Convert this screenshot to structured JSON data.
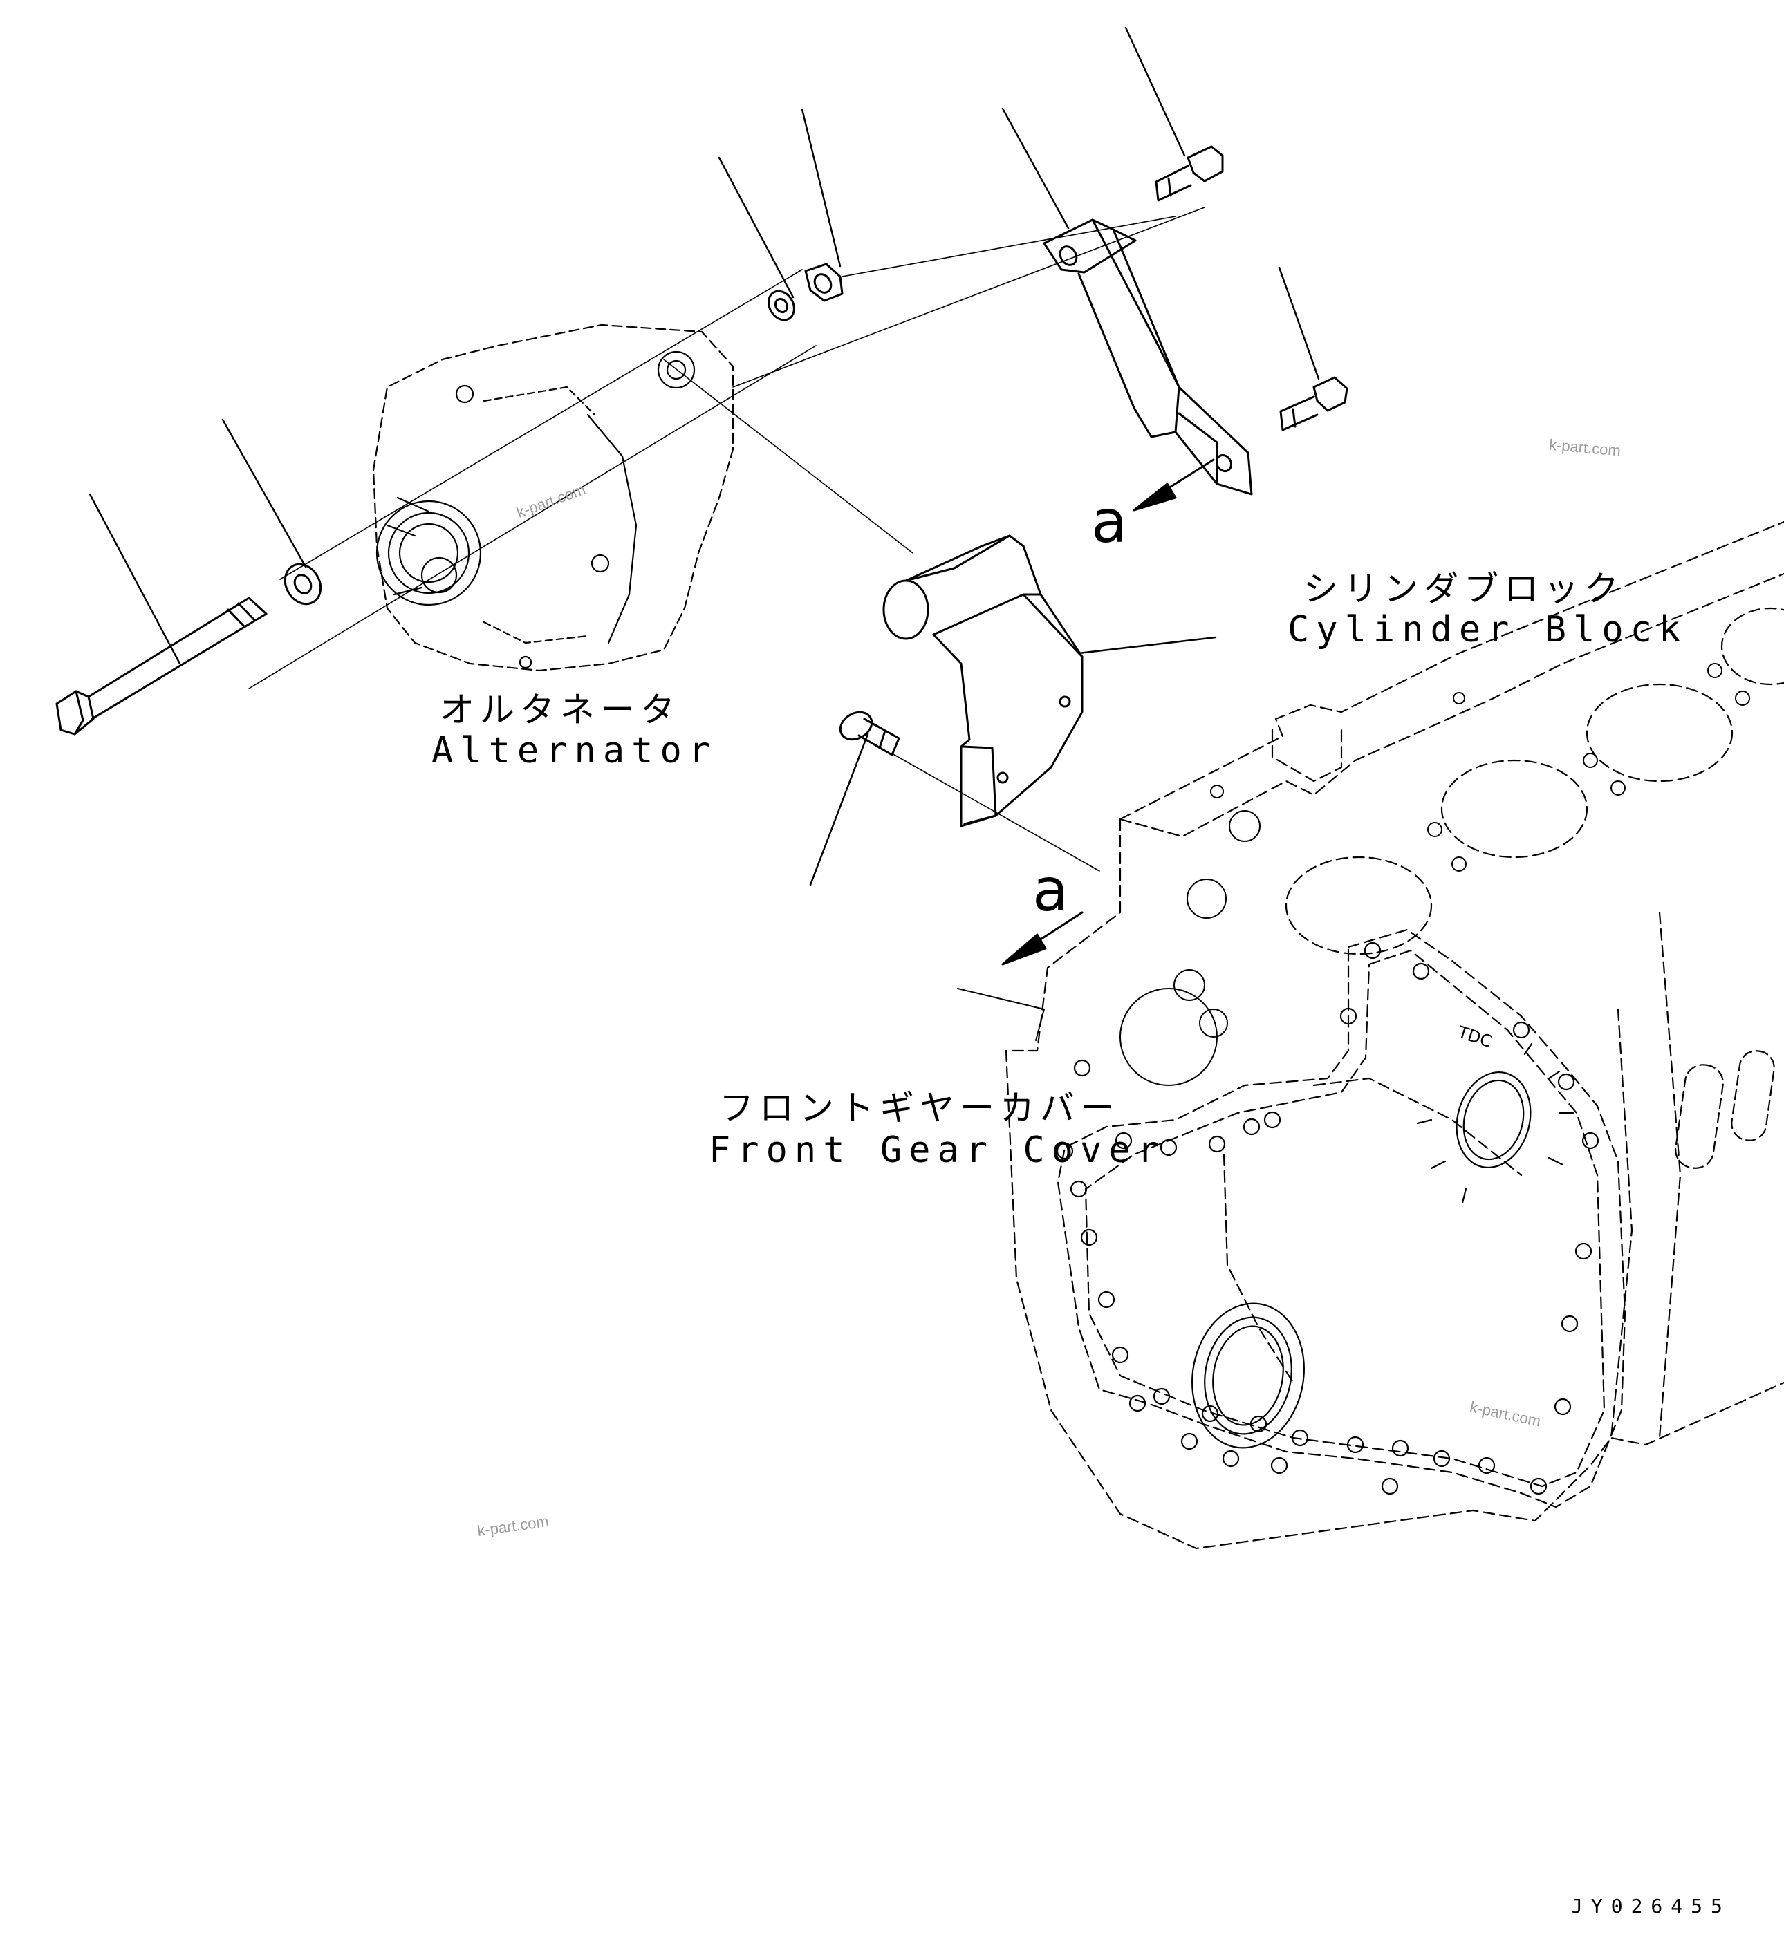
{
  "labels": {
    "alternator_jp": "オルタネータ",
    "alternator_en": "Alternator",
    "cylinder_block_jp": "シリンダブロック",
    "cylinder_block_en": "Cylinder Block",
    "front_gear_cover_jp": "フロントギヤーカバー",
    "front_gear_cover_en": "Front Gear Cover",
    "tdc_mark": "TDC"
  },
  "view_marks": {
    "upper": "a",
    "lower": "a"
  },
  "watermarks": [
    "k-part.com",
    "k-part.com",
    "k-part.com",
    "k-part.com"
  ],
  "drawing_code": "JY026455"
}
